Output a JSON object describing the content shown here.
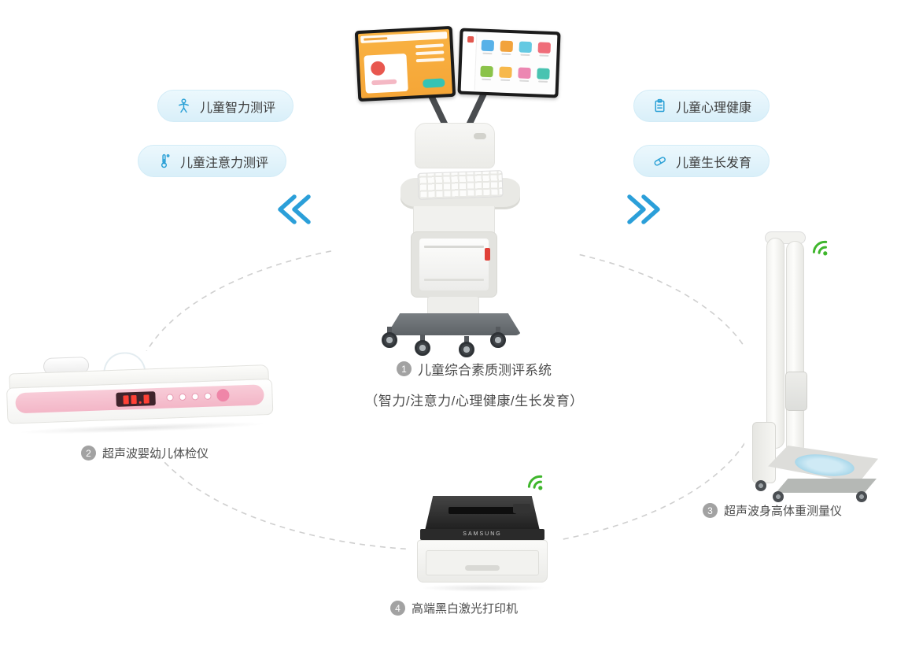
{
  "badges": [
    {
      "label": "儿童智力测评",
      "icon": "child-figure-icon"
    },
    {
      "label": "儿童注意力测评",
      "icon": "thermometer-icon"
    },
    {
      "label": "儿童心理健康",
      "icon": "clipboard-icon"
    },
    {
      "label": "儿童生长发育",
      "icon": "capsule-icon"
    }
  ],
  "system": {
    "number": "1",
    "title": "儿童综合素质测评系统",
    "subtitle": "（智力/注意力/心理健康/生长发育）"
  },
  "infant_scanner": {
    "number": "2",
    "label": "超声波婴幼儿体检仪"
  },
  "height_weight": {
    "number": "3",
    "label": "超声波身高体重测量仪"
  },
  "printer": {
    "number": "4",
    "label": "高端黑白激光打印机",
    "brand": "SAMSUNG"
  },
  "colors": {
    "accent_blue": "#2b9fd9",
    "badge_bg": "#e2f3fb",
    "icon_blue": "#2aa0d6",
    "wifi_green": "#3fb62c",
    "dashed_line": "#cfcfcf",
    "number_circle_bg": "#a2a2a2",
    "label_text": "#4c4c4c",
    "scanner_pink": "#f3b6c7",
    "mat_blue": "#8fcbe3"
  }
}
